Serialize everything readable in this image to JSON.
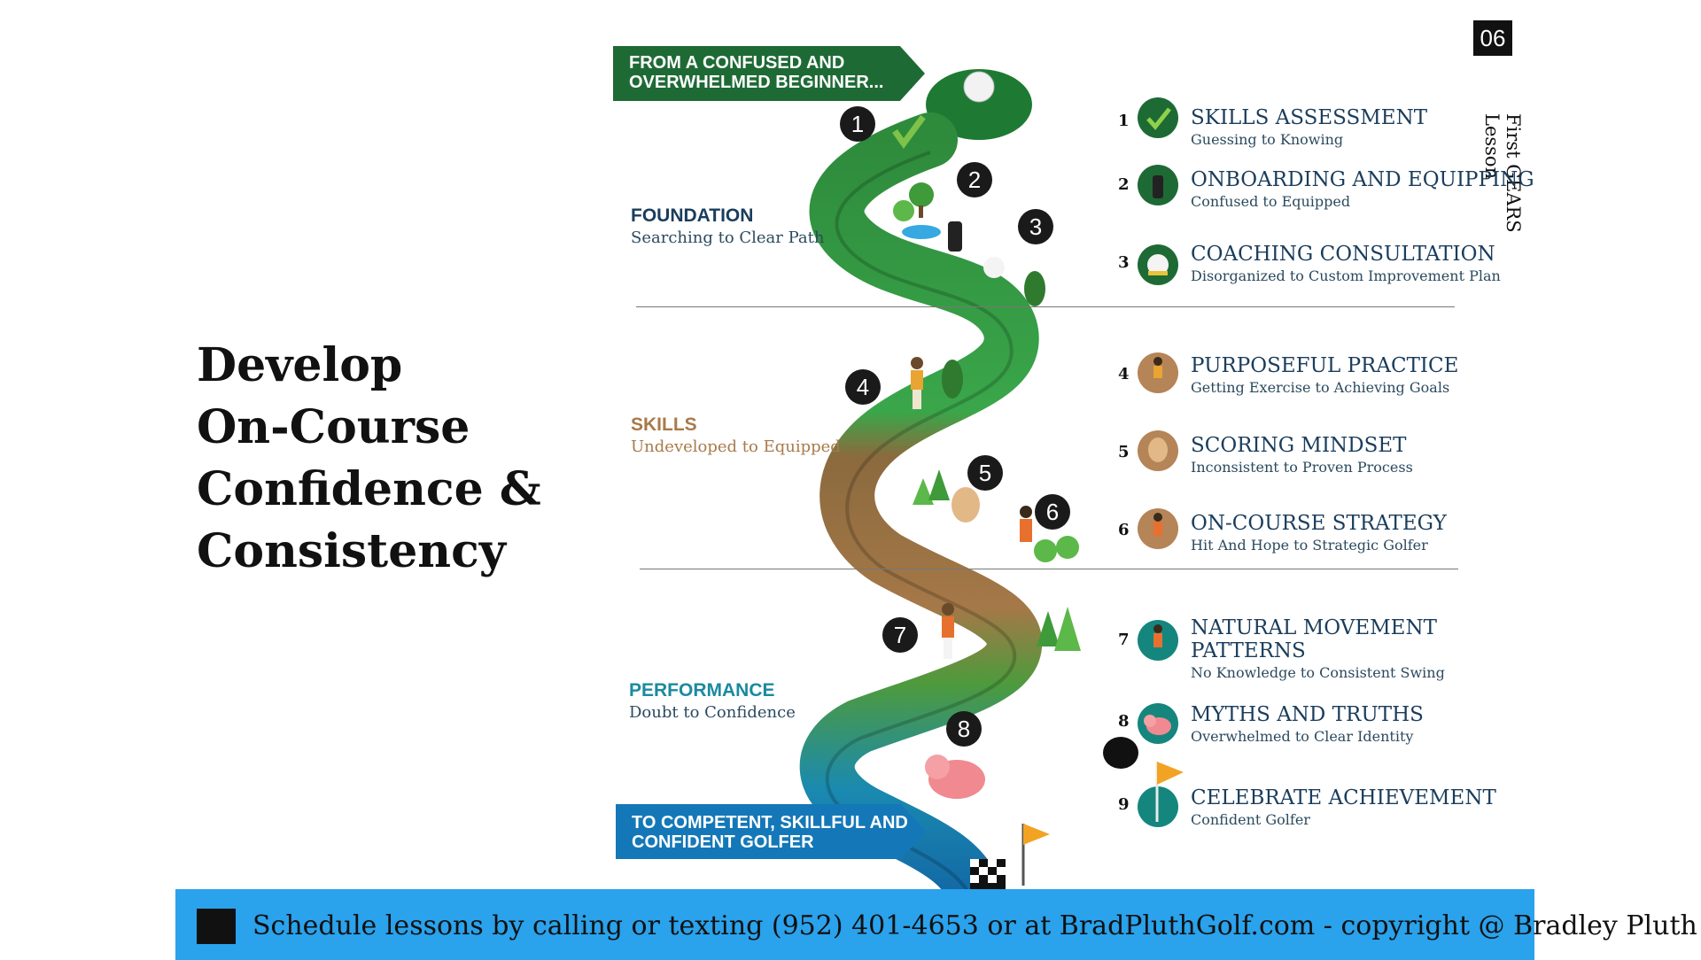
{
  "slide_number": "06",
  "vertical_title": "First GEARS Lesson",
  "headline": [
    "Develop",
    "On-Course",
    "Confidence &",
    "Consistency"
  ],
  "banner_top": [
    "FROM A CONFUSED AND",
    "OVERWHELMED BEGINNER..."
  ],
  "banner_bottom": [
    "TO COMPETENT, SKILLFUL AND",
    "CONFIDENT GOLFER"
  ],
  "phases": [
    {
      "title": "FOUNDATION",
      "subtitle": "Searching to Clear Path",
      "color": "#1a3d5c"
    },
    {
      "title": "SKILLS",
      "subtitle": "Undeveloped to Equipped",
      "color": "#a87a4a"
    },
    {
      "title": "PERFORMANCE",
      "subtitle": "Doubt to Confidence",
      "color": "#1b8aa0"
    }
  ],
  "path_badges": [
    "1",
    "2",
    "3",
    "4",
    "5",
    "6",
    "7",
    "8"
  ],
  "steps": [
    {
      "num": "1",
      "title": "SKILLS ASSESSMENT",
      "subtitle": "Guessing to Knowing",
      "icon": "checkmark-icon",
      "color": "#1e6a35"
    },
    {
      "num": "2",
      "title": "ONBOARDING AND EQUIPPING",
      "subtitle": "Confused to Equipped",
      "icon": "golf-bag-icon",
      "color": "#1e6a35"
    },
    {
      "num": "3",
      "title": "COACHING CONSULTATION",
      "subtitle": "Disorganized to Custom Improvement  Plan",
      "icon": "golf-ball-icon",
      "color": "#1e6a35"
    },
    {
      "num": "4",
      "title": "PURPOSEFUL PRACTICE",
      "subtitle": "Getting Exercise to Achieving Goals",
      "icon": "golfer-practice-icon",
      "color": "#b58457"
    },
    {
      "num": "5",
      "title": "SCORING MINDSET",
      "subtitle": "Inconsistent to Proven Process",
      "icon": "head-mindset-icon",
      "color": "#b58457"
    },
    {
      "num": "6",
      "title": "ON-COURSE STRATEGY",
      "subtitle": "Hit And Hope to Strategic Golfer",
      "icon": "golfer-strategy-icon",
      "color": "#b58457"
    },
    {
      "num": "7",
      "title": "NATURAL MOVEMENT PATTERNS",
      "subtitle": "No Knowledge to Consistent Swing",
      "icon": "golfer-swing-icon",
      "color": "#14867e"
    },
    {
      "num": "8",
      "title": "MYTHS AND TRUTHS",
      "subtitle": "Overwhelmed to Clear Identity",
      "icon": "elephant-icon",
      "color": "#14867e"
    },
    {
      "num": "9",
      "title": "CELEBRATE ACHIEVEMENT",
      "subtitle": "Confident Golfer",
      "icon": "flag-icon",
      "color": "#14867e"
    }
  ],
  "footer_text": "Schedule lessons by calling or texting (952) 401-4653 or at BradPluthGolf.com - copyright @ Bradley Pluth"
}
